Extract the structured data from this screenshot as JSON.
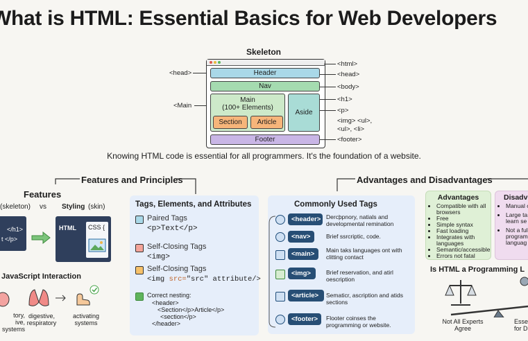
{
  "title": "What is HTML: Essential Basics for Web Developers",
  "skeleton": {
    "title": "Skeleton",
    "header": "Header",
    "nav": "Nav",
    "main": "Main",
    "main_sub": "(100+ Elements)",
    "aside": "Aside",
    "section": "Section",
    "article": "Article",
    "footer": "Footer",
    "left_tags": [
      "<head>",
      "<Main"
    ],
    "right_tags": [
      "<html>",
      "<head>",
      "<body>",
      "<h1>",
      "<p>",
      "<img> <ul>,",
      "<ul>, <li>",
      "<footer>"
    ]
  },
  "caption": "Knowing HTML code is essential for all programmers. It's the foundation of a website.",
  "features_principles": {
    "heading": "Features and Principles",
    "features_title": "Features",
    "structure_label": "(skeleton)",
    "vs": "vs",
    "styling_label": "Styling",
    "styling_sub": "(skin)",
    "code_lines": [
      "</h1>",
      "t </p>"
    ],
    "html_label": "HTML",
    "css_label": "CSS {",
    "js_title": "JavaScript Interaction",
    "js_items": [
      {
        "label": "tory,\nive,\nsystems"
      },
      {
        "label": "digestive,\nrespiratory"
      },
      {
        "label": "activating\nsystems"
      }
    ]
  },
  "tags_card": {
    "title": "Tags, Elements, and Attributes",
    "paired_label": "Paired Tags",
    "paired_code": "<p>Text</p>",
    "self_label": "Self-Closing Tags",
    "self_code": "<img>",
    "self2_label": "Self-Closing Tags",
    "self2_code_a": "<img ",
    "self2_code_b": "src=",
    "self2_code_c": "\"src\" attribute/>",
    "nesting_label": "Correct nesting:",
    "nesting_lines": [
      "<header>",
      "<Section</p>Article</p>",
      "<section</p>",
      "</header>"
    ],
    "colors": {
      "paired": "#a9d8e8",
      "self": "#f4a49a",
      "self2": "#f6c16a",
      "check": "#5fb35c"
    }
  },
  "common_card": {
    "title": "Commonly Used Tags",
    "rows": [
      {
        "tag": "<header>",
        "desc": "Dercþpnory, natials and developmental remination",
        "icon": "globe-icon"
      },
      {
        "tag": "<nav>",
        "desc": "Brief ssrcriptic, code.",
        "icon": "globe-icon"
      },
      {
        "tag": "<main>",
        "desc": "Main taks languages ont with clitting contact",
        "icon": "document-icon"
      },
      {
        "tag": "<img>",
        "desc": "Brief reservation, and atirl oescription",
        "icon": "image-icon"
      },
      {
        "tag": "<article>",
        "desc": "Sematicr, ascription and atids sections",
        "icon": "list-icon"
      },
      {
        "tag": "<footer>",
        "desc": "Flooter coinses the programming or website.",
        "icon": "globe-icon"
      }
    ]
  },
  "adv_dis": {
    "heading": "Advantages and Disadvantages",
    "adv_title": "Advantages",
    "adv_items": [
      "Compatible with all browsers",
      "Free",
      "Simple syntax",
      "Fast loading",
      "Integrates with languages",
      "Semantic/accessible",
      "Errors not fatal"
    ],
    "dis_title": "Disadv",
    "dis_items": [
      "Manual c",
      "Large ta learn se",
      "Not a ful program languag"
    ],
    "prog_q": "Is HTML a Programming L",
    "not_all": "Not All Experts",
    "agree": "Agree",
    "esse": "Esse",
    "for_d": "for D"
  }
}
